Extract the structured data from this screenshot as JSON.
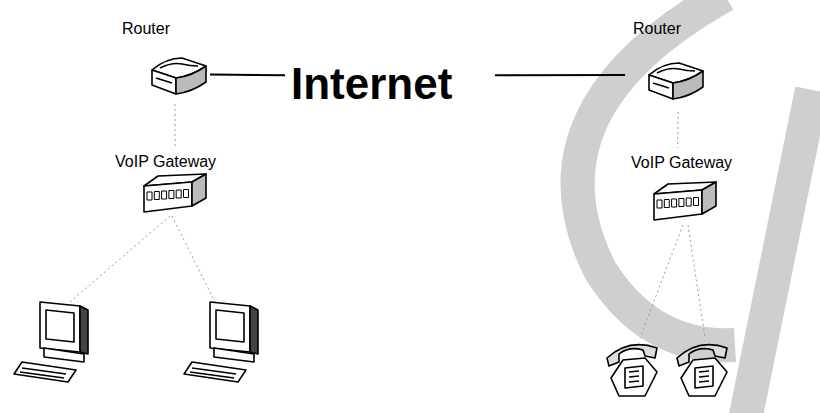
{
  "diagram": {
    "nodes": [
      {
        "text": [
          "Router"
        ]
      },
      {
        "text": [
          "Internet"
        ]
      },
      {
        "text": [
          "Router"
        ]
      },
      {
        "text": [
          "VoIP Gateway"
        ]
      },
      {
        "text": [
          "VoIP Gateway"
        ]
      }
    ],
    "edges": [
      {
        "from": 0,
        "to": 1,
        "arrow": "none"
      },
      {
        "from": 1,
        "to": 2,
        "arrow": "none"
      },
      {
        "from": 0,
        "to": 3,
        "arrow": "none"
      },
      {
        "from": 2,
        "to": 4,
        "arrow": "none"
      }
    ]
  }
}
